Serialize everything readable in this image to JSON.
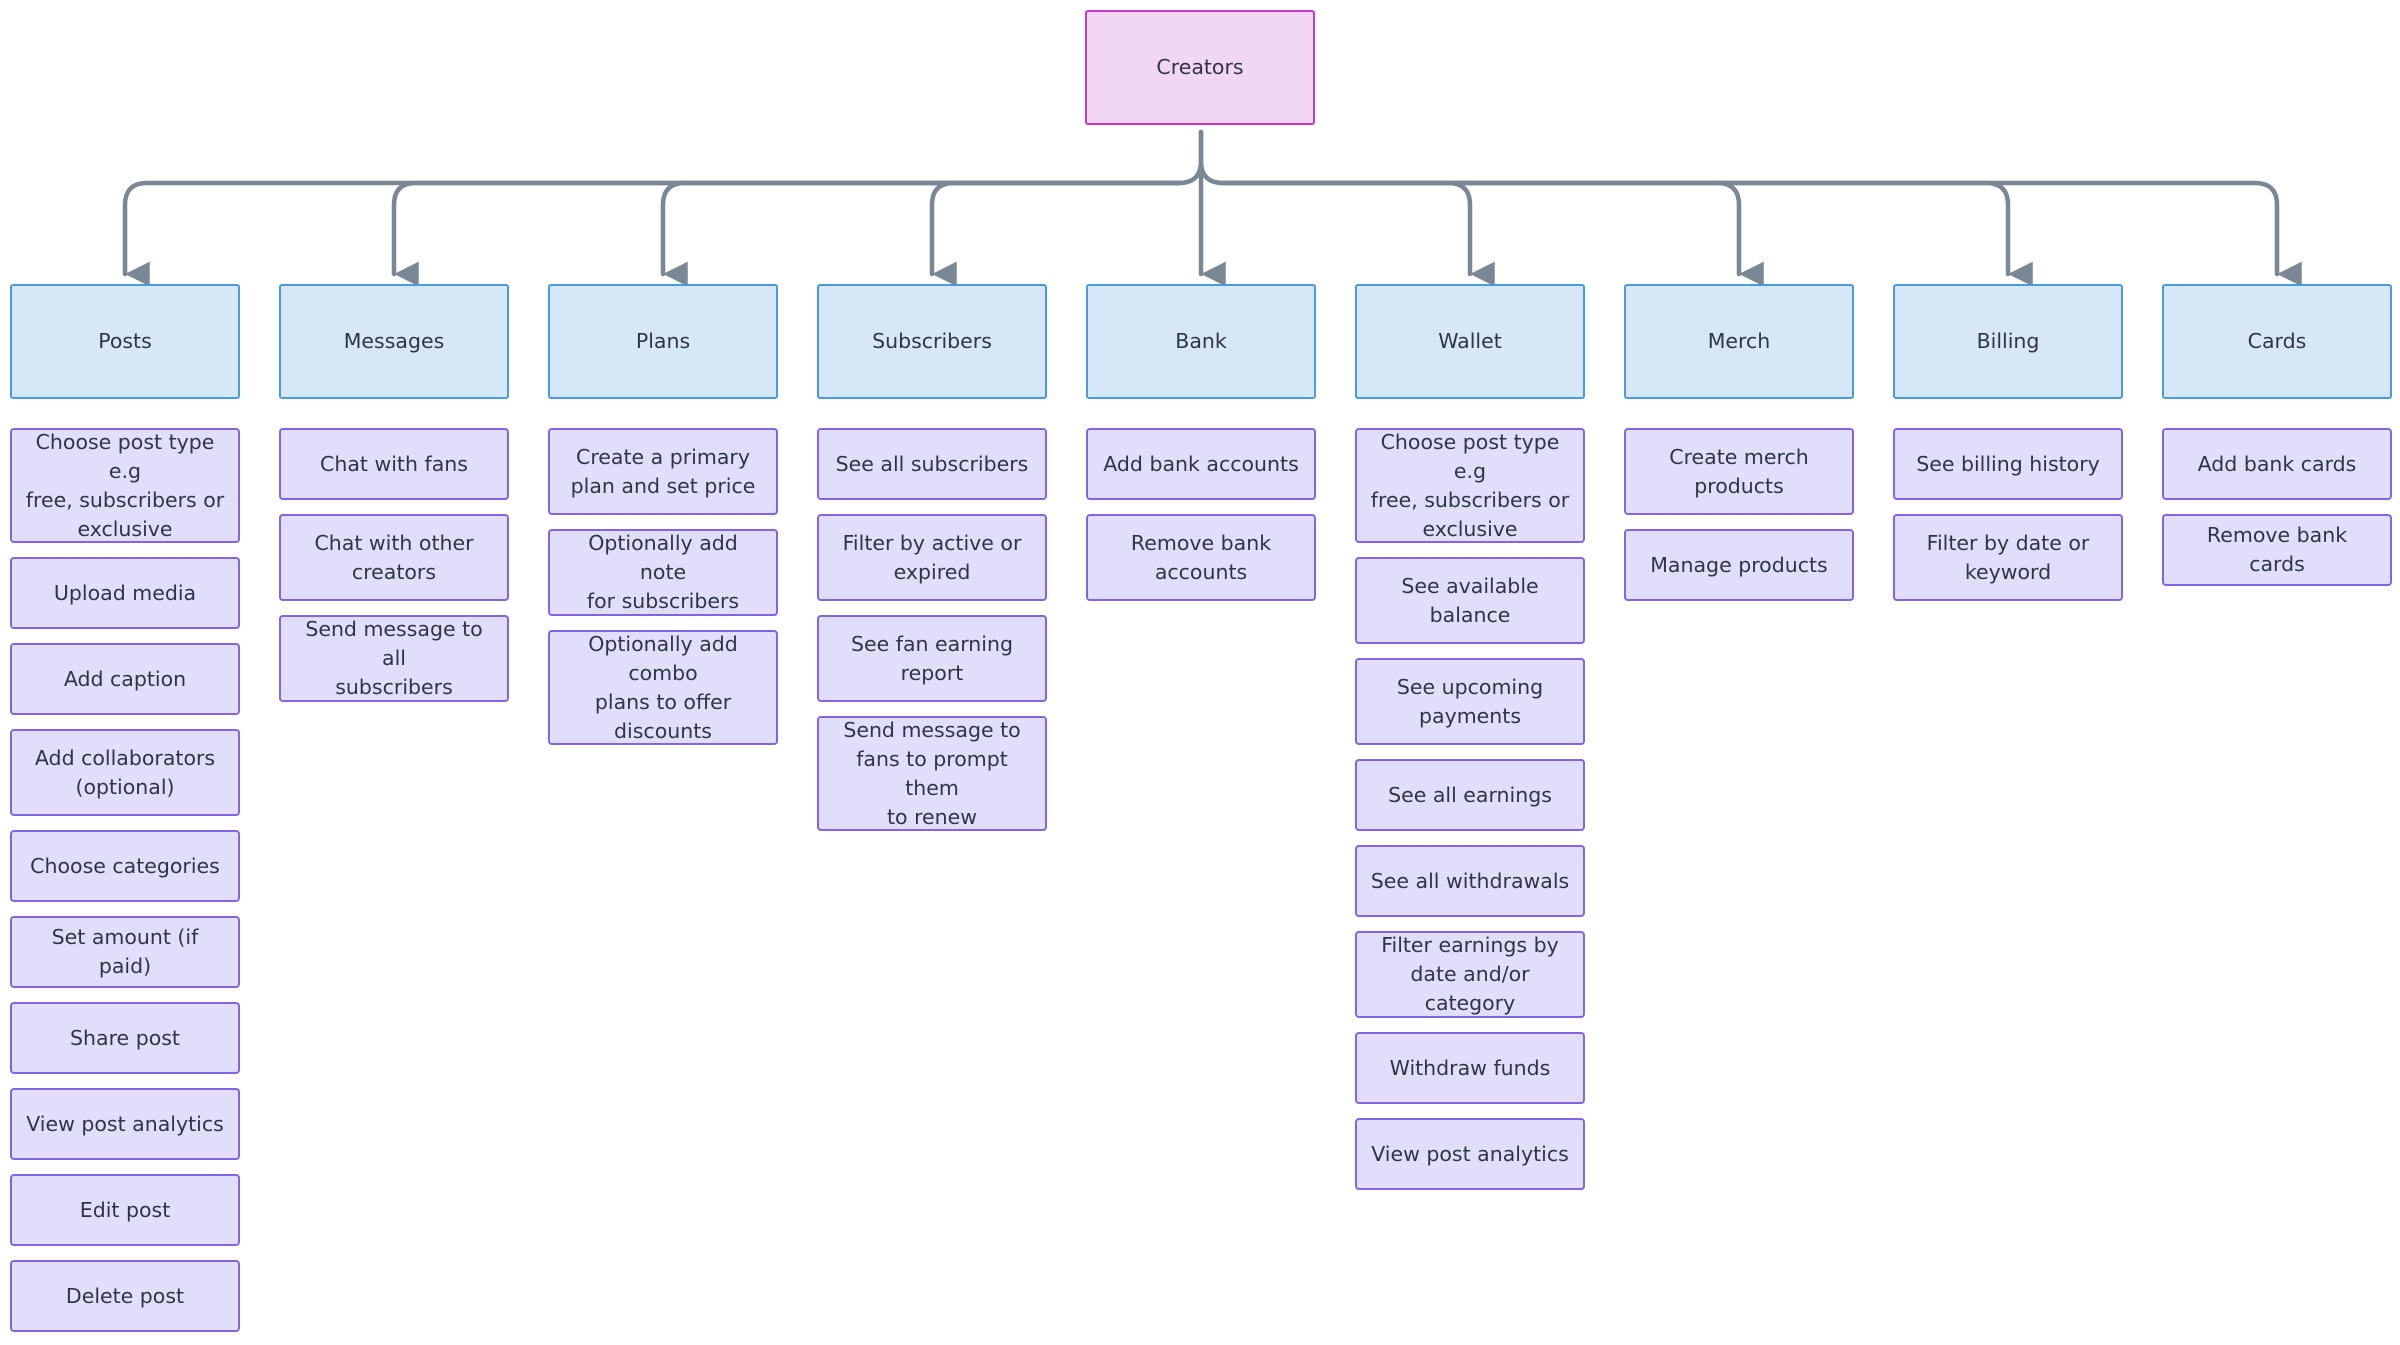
{
  "root": {
    "label": "Creators"
  },
  "categories": [
    {
      "id": "posts",
      "label": "Posts",
      "items": [
        "Choose post type e.g free, subscribers or exclusive",
        "Upload media",
        "Add caption",
        "Add collaborators (optional)",
        "Choose categories",
        "Set amount (if paid)",
        "Share post",
        "View post analytics",
        "Edit post",
        "Delete post"
      ]
    },
    {
      "id": "messages",
      "label": "Messages",
      "items": [
        "Chat with fans",
        "Chat with other creators",
        "Send message to all subscribers"
      ]
    },
    {
      "id": "plans",
      "label": "Plans",
      "items": [
        "Create a primary plan and set price",
        "Optionally add note for subscribers",
        "Optionally add combo plans to offer discounts"
      ]
    },
    {
      "id": "subscribers",
      "label": "Subscribers",
      "items": [
        "See all subscribers",
        "Filter by active or expired",
        "See fan earning report",
        "Send message to fans to prompt them to renew"
      ]
    },
    {
      "id": "bank",
      "label": "Bank",
      "items": [
        "Add bank accounts",
        "Remove bank accounts"
      ]
    },
    {
      "id": "wallet",
      "label": "Wallet",
      "items": [
        "Choose post type e.g free, subscribers or exclusive",
        "See available balance",
        "See upcoming payments",
        "See all earnings",
        "See all withdrawals",
        "Filter earnings by date and/or category",
        "Withdraw funds",
        "View post analytics"
      ]
    },
    {
      "id": "merch",
      "label": "Merch",
      "items": [
        "Create merch products",
        "Manage products"
      ]
    },
    {
      "id": "billing",
      "label": "Billing",
      "items": [
        "See billing history",
        "Filter by date or keyword"
      ]
    },
    {
      "id": "cards",
      "label": "Cards",
      "items": [
        "Add bank cards",
        "Remove bank cards"
      ]
    }
  ]
}
